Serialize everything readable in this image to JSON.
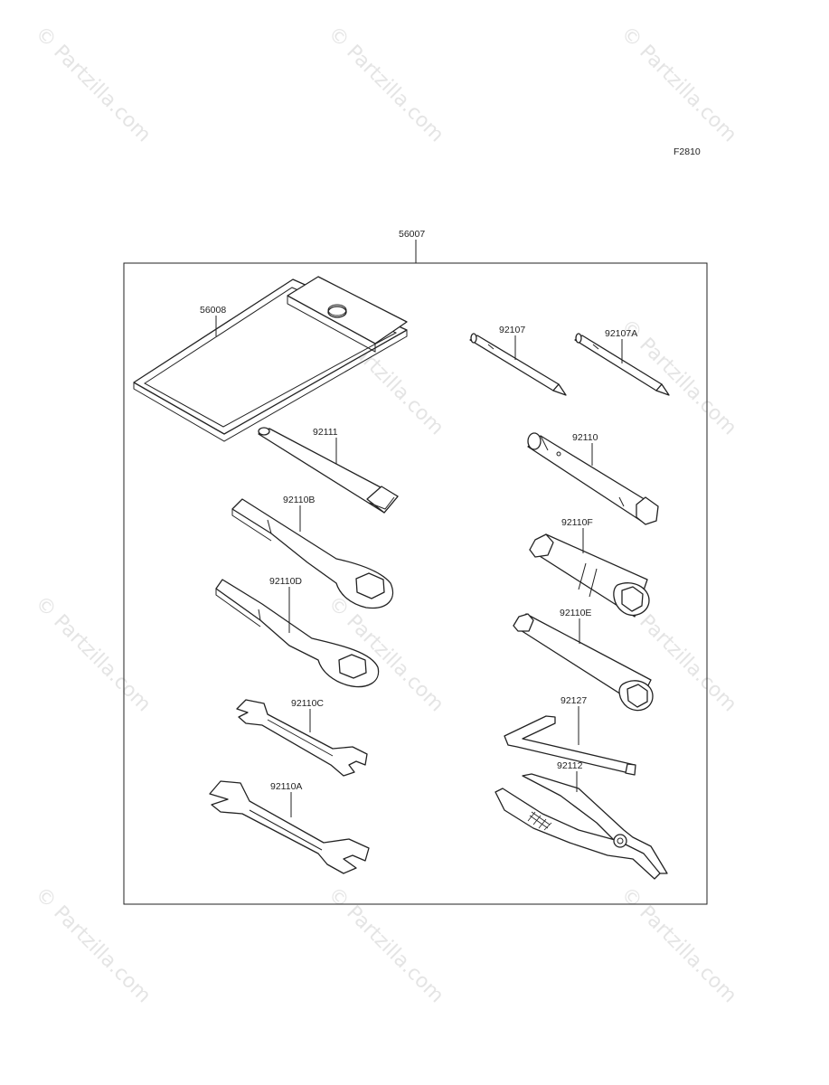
{
  "figure_code": "F2810",
  "kit_label": "56007",
  "watermark_text": "© Partzilla.com",
  "parts": {
    "p56008": "56008",
    "p92107": "92107",
    "p92107A": "92107A",
    "p92111": "92111",
    "p92110": "92110",
    "p92110B": "92110B",
    "p92110F": "92110F",
    "p92110D": "92110D",
    "p92110E": "92110E",
    "p92110C": "92110C",
    "p92127": "92127",
    "p92110A": "92110A",
    "p92112": "92112"
  },
  "colors": {
    "line": "#222222",
    "watermark": "#cfcfcf",
    "background": "#ffffff"
  }
}
